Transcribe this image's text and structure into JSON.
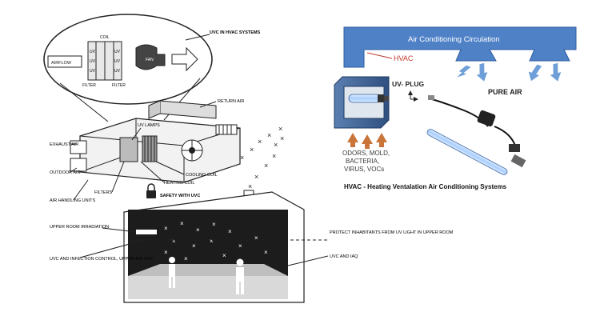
{
  "left_diagram": {
    "callouts": {
      "uvc_in_hvac": "UVC IN HVAC SYSTEMS",
      "coil": "COIL",
      "airflow": "AIRFLOW",
      "uv": "UV",
      "filter": "FILTER",
      "fan": "FAN",
      "return_air": "RETURN AIR",
      "uv_lamps": "UV LAMPS",
      "exhaust_air": "EXHAUST AIR",
      "outdoor_air": "OUTDOOR AIR",
      "cooling_coil": "COOLING COIL",
      "heating_coil": "HEATING COIL",
      "filters": "FILTERS",
      "safety_with_uvc": "SAFETY WITH UVC",
      "air_handling_units": "AIR HANDLING UNITS",
      "upper_room_irradiation": "UPPER ROOM IRRADIATION",
      "uvc_infection_control": "UVC AND INFECTION CONTROL, UPPER AIR UVC",
      "protect_inhabitants": "PROTECT INHABITANTS FROM UV LIGHT IN UPPER ROOM",
      "uvc_and_iaq": "UVC AND IAQ"
    }
  },
  "right_diagram": {
    "duct_title": "Air Conditioning Circulation",
    "hvac_label": "HVAC",
    "uv_plug_label": "UV- PLUG",
    "pure_air_label": "PURE AIR",
    "contaminants": [
      "ODORS, MOLD,",
      "BACTERIA,",
      "VIRUS, VOCs"
    ],
    "caption": "HVAC - Heating Ventalation Air Conditioning Systems"
  },
  "colors": {
    "duct_blue": "#4f81c7",
    "pure_air_arrow": "#6f9fd8",
    "contaminant_arrow": "#c9753a",
    "hvac_red": "#c0392b",
    "uv_glow": "#a8ccff"
  }
}
